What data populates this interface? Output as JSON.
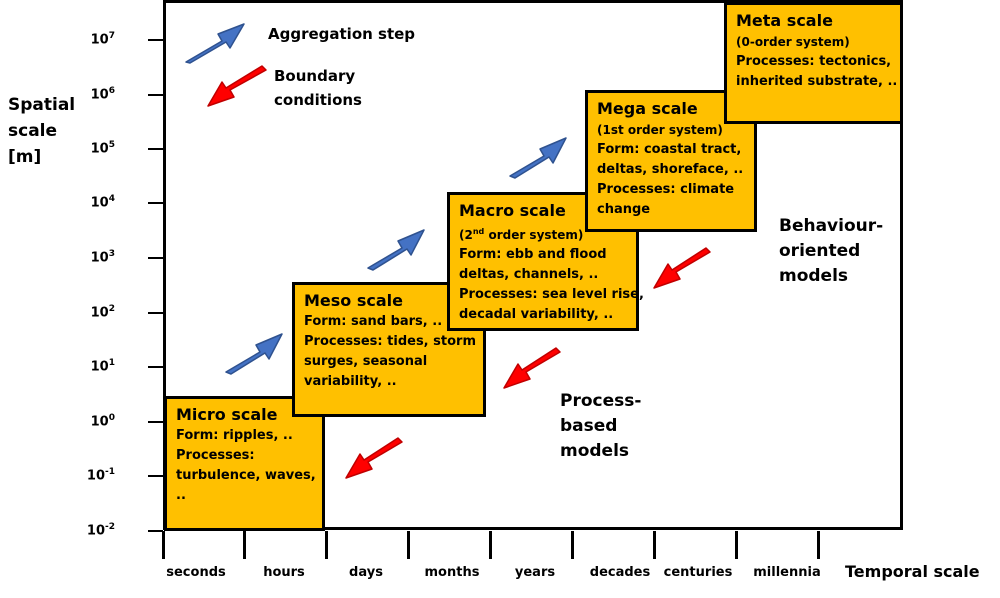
{
  "y_axis": {
    "label_lines": [
      "Spatial",
      "scale",
      "[m]"
    ],
    "ticks": [
      {
        "base": "10",
        "exp": "7"
      },
      {
        "base": "10",
        "exp": "6"
      },
      {
        "base": "10",
        "exp": "5"
      },
      {
        "base": "10",
        "exp": "4"
      },
      {
        "base": "10",
        "exp": "3"
      },
      {
        "base": "10",
        "exp": "2"
      },
      {
        "base": "10",
        "exp": "1"
      },
      {
        "base": "10",
        "exp": "0"
      },
      {
        "base": "10",
        "exp": "-1"
      },
      {
        "base": "10",
        "exp": "-2"
      }
    ]
  },
  "x_axis": {
    "label": "Temporal scale",
    "categories": [
      "seconds",
      "hours",
      "days",
      "months",
      "years",
      "decades",
      "centuries",
      "millennia"
    ]
  },
  "legend": {
    "aggregation": "Aggregation step",
    "boundary_lines": [
      "Boundary",
      "conditions"
    ],
    "aggregation_color": "#4472c4",
    "boundary_color": "#ff0000"
  },
  "boxes": [
    {
      "title": "Micro scale",
      "lines": [
        "Form: ripples, ..",
        "Processes:",
        "turbulence, waves,",
        ".."
      ]
    },
    {
      "title": "Meso scale",
      "lines": [
        "Form: sand bars, ..",
        "Processes: tides, storm",
        "surges, seasonal",
        "variability, .."
      ]
    },
    {
      "title": "Macro scale",
      "subtitle": {
        "pre": "(2",
        "sup": "nd",
        "post": " order system)"
      },
      "lines": [
        "Form: ebb and flood",
        "deltas, channels, ..",
        "Processes: sea level rise,",
        "decadal variability, .."
      ]
    },
    {
      "title": "Mega scale",
      "subtitle_text": "(1st order system)",
      "lines": [
        "Form: coastal tract,",
        "deltas, shoreface, ..",
        "Processes: climate",
        "change"
      ]
    },
    {
      "title": "Meta scale",
      "subtitle_text": "(0-order system)",
      "lines": [
        "Processes: tectonics,",
        "inherited substrate, .."
      ]
    }
  ],
  "models": {
    "process_lines": [
      "Process-",
      "based",
      "models"
    ],
    "behaviour_lines": [
      "Behaviour-",
      "oriented",
      "models"
    ]
  },
  "colors": {
    "box_fill": "#ffc000"
  }
}
